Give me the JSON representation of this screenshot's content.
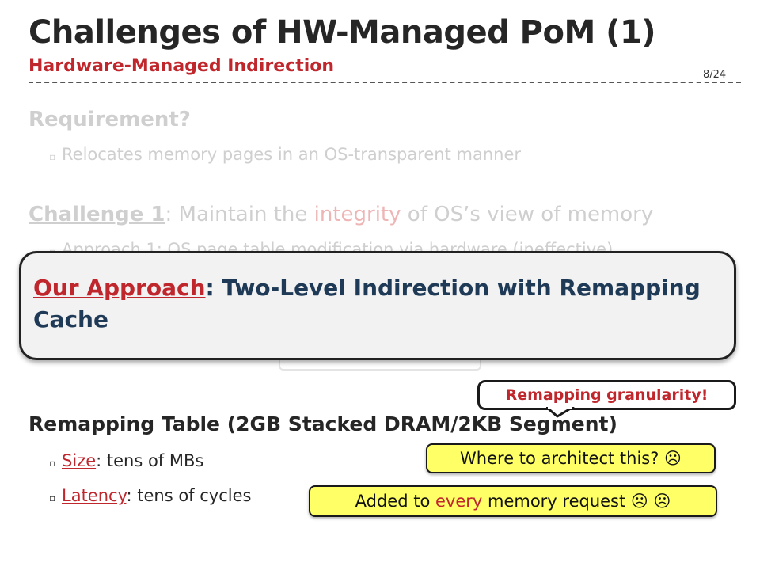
{
  "header": {
    "title": "Challenges of HW-Managed PoM (1)",
    "subtitle": "Hardware-Managed Indirection",
    "page_number": "8/24"
  },
  "requirement": {
    "heading": "Requirement?",
    "bullet": "Relocates memory pages in an OS-transparent manner"
  },
  "challenge": {
    "label": "Challenge 1",
    "text_before": ": Maintain the ",
    "highlight": "integrity",
    "text_after": " of OS’s view of memory",
    "hidden_bullet": "Approach 1: OS page table modification via hardware (ineffective)"
  },
  "approach_popup": {
    "label": "Our Approach",
    "text": ": Two-Level Indirection with Remapping Cache"
  },
  "remap_callout": "Remapping granularity!",
  "remapping_table": {
    "heading": "Remapping Table (2GB Stacked DRAM/2KB Segment)",
    "items": [
      {
        "label": "Size",
        "text": ": tens of MBs"
      },
      {
        "label": "Latency",
        "text": ": tens of cycles"
      }
    ]
  },
  "callouts": {
    "where": "Where to architect this? ☹",
    "added_before": "Added to ",
    "added_highlight": "every",
    "added_after": " memory request ☹ ☹"
  },
  "colors": {
    "accent_red": "#c0272d",
    "callout_yellow": "#ffff66",
    "approach_blue": "#1f3a56"
  }
}
